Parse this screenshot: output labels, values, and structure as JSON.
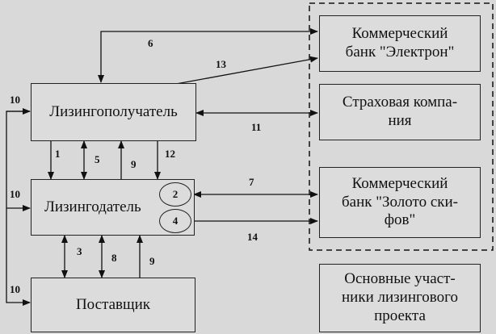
{
  "nodes": {
    "lessee": "Лизингополучатель",
    "lessor": "Лизингодатель",
    "supplier": "Поставщик",
    "bank_elektron": [
      "Коммерческий",
      "банк \"Электрон\""
    ],
    "insurance": [
      "Страховая компа-",
      "ния"
    ],
    "bank_zoloto": [
      "Коммерческий",
      "банк \"Золото ски-",
      "фов\""
    ],
    "legend": [
      "Основные участ-",
      "ники лизингового",
      "проекта"
    ]
  },
  "circles": {
    "c2": "2",
    "c4": "4"
  },
  "edges": {
    "e6": "6",
    "e13": "13",
    "e11": "11",
    "e1": "1",
    "e5": "5",
    "e9a": "9",
    "e12": "12",
    "e7": "7",
    "e14": "14",
    "e3": "3",
    "e8": "8",
    "e9b": "9",
    "e10a": "10",
    "e10b": "10",
    "e10c": "10"
  }
}
